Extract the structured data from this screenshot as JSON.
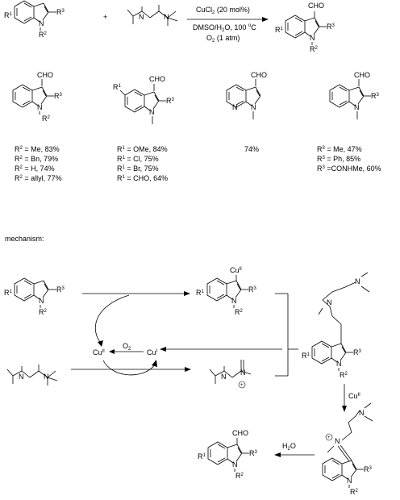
{
  "reaction": {
    "reagent_line1": "CuCl",
    "reagent_line1_sub": "2",
    "reagent_line1_rest": " (20 mol%)",
    "reagent_line2": "DMSO/H",
    "reagent_line2_sub": "2",
    "reagent_line2_rest": "O, 100 ",
    "reagent_line2_sup": "o",
    "reagent_line2_end": "C",
    "reagent_line3": "O",
    "reagent_line3_sub": "2",
    "reagent_line3_rest": " (1 atm)",
    "plus": "+"
  },
  "labels": {
    "R1": "R",
    "R1_sup": "1",
    "R2": "R",
    "R2_sup": "2",
    "R3": "R",
    "R3_sup": "3",
    "N": "N",
    "CHO": "CHO",
    "Me": "Me"
  },
  "scope": [
    {
      "lines": [
        {
          "r": "2",
          "text": " = Me, 83%"
        },
        {
          "r": "2",
          "text": " = Bn, 79%"
        },
        {
          "r": "2",
          "text": " = H, 74%"
        },
        {
          "r": "2",
          "text": " = allyl, 77%"
        }
      ]
    },
    {
      "lines": [
        {
          "r": "1",
          "text": " = OMe, 84%"
        },
        {
          "r": "1",
          "text": " = Cl, 75%"
        },
        {
          "r": "1",
          "text": " = Br, 75%"
        },
        {
          "r": "1",
          "text": " = CHO, 64%"
        }
      ]
    },
    {
      "yield": "74%"
    },
    {
      "lines": [
        {
          "r": "3",
          "text": " = Me, 47%"
        },
        {
          "r": "3",
          "text": " = Ph, 85%"
        },
        {
          "r": "3",
          "text": " =CONHMe, 60%"
        }
      ]
    }
  ],
  "mechanism": {
    "title": "mechanism:",
    "cu2": "Cu",
    "cu2_sup": "II",
    "cu1": "Cu",
    "cu1_sup": "I",
    "o2": "O",
    "o2_sub": "2",
    "h2o": "H",
    "h2o_sub": "2",
    "h2o_rest": "O",
    "cu_arrow_label": "Cu",
    "cu_arrow_label_sup": "II",
    "plus_charge": "+"
  }
}
